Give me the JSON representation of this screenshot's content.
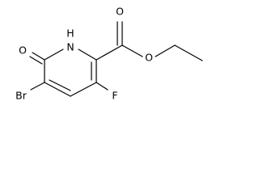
{
  "molecule": {
    "atoms": {
      "carbonyl_o": "O",
      "ring_nh": "N",
      "ring_nh_h": "H",
      "ester_carbonyl_o": "O",
      "ester_o": "O",
      "bromine": "Br",
      "fluorine": "F"
    }
  },
  "colors": {
    "bond": "#000000",
    "text": "#000000",
    "background": "#ffffff"
  }
}
